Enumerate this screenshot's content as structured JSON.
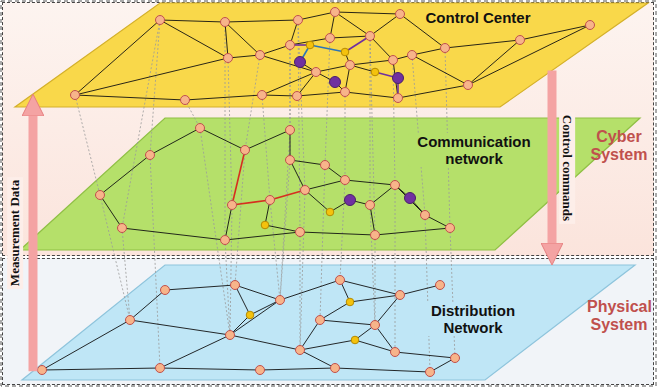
{
  "diagram": {
    "nodes": [
      {
        "text": [
          "Cyber System"
        ]
      },
      {
        "text": [
          "Control Center"
        ],
        "in": 0
      },
      {
        "text": [
          "Communication network"
        ],
        "in": 0
      },
      {
        "text": [
          "Physical System"
        ]
      },
      {
        "text": [
          "Distribution Network"
        ],
        "in": 3
      }
    ],
    "edges": [
      {
        "from": 4,
        "to": 1,
        "arrow": "to",
        "label": "Measurement Data"
      },
      {
        "from": 1,
        "to": 4,
        "arrow": "to",
        "label": "Control commands"
      }
    ]
  }
}
